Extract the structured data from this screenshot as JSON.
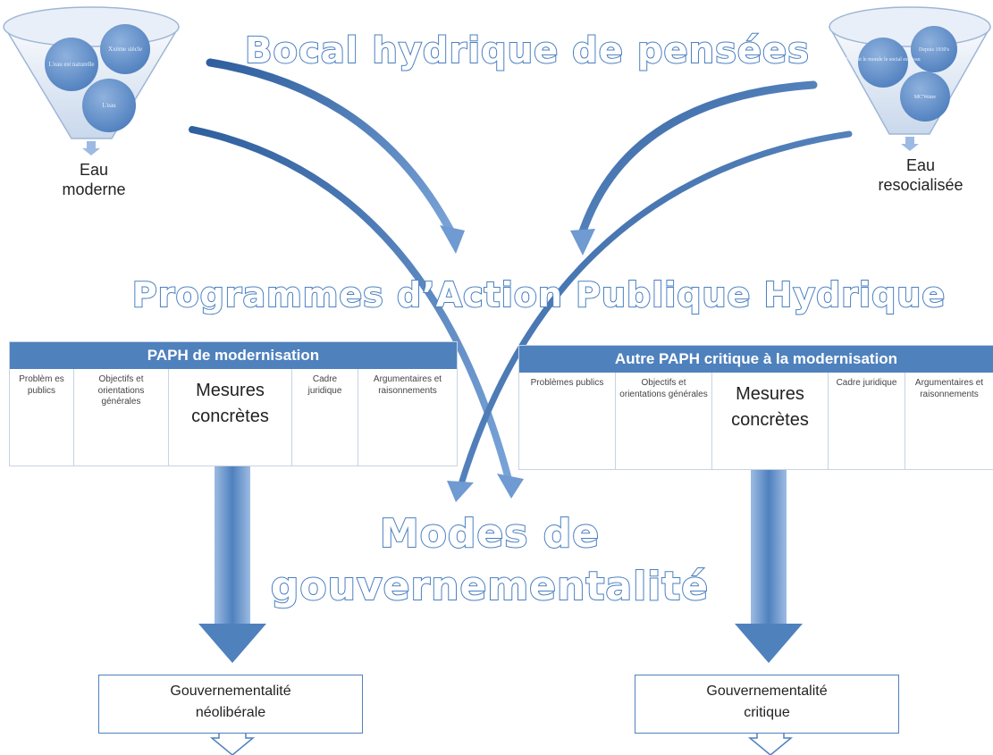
{
  "title": "Bocal hydrique de pensées",
  "left_funnel": {
    "bubbles": [
      "L'eau est naturelle",
      "Xxème siècle",
      "L'eau"
    ],
    "label_line1": "Eau",
    "label_line2": "moderne"
  },
  "right_funnel": {
    "bubbles": [
      "Eau est le monde le social est l'eau",
      "Depuis 1930's",
      "MC'Water"
    ],
    "label_line1": "Eau",
    "label_line2": "resocialisée"
  },
  "programmes_title": "Programmes d’Action Publique Hydrique",
  "left_table": {
    "header": "PAPH de modernisation",
    "cells": [
      "Problèm es publics",
      "Objectifs et orientations générales",
      "Mesures concrètes",
      "Cadre juridique",
      "Argumentaires et raisonnements"
    ]
  },
  "right_table": {
    "header": "Autre PAPH critique à la modernisation",
    "cells": [
      "Problèmes publics",
      "Objectifs et orientations générales",
      "Mesures concrètes",
      "Cadre juridique",
      "Argumentaires et raisonnements"
    ]
  },
  "modes_line1": "Modes de",
  "modes_line2": "gouvernementalité",
  "left_box": {
    "line1": "Gouvernementalité",
    "line2": "néolibérale"
  },
  "right_box": {
    "line1": "Gouvernementalité",
    "line2": "critique"
  },
  "colors": {
    "accent": "#4f81bd",
    "outline": "#4a7fc1",
    "arrow": "#3f72b8"
  }
}
